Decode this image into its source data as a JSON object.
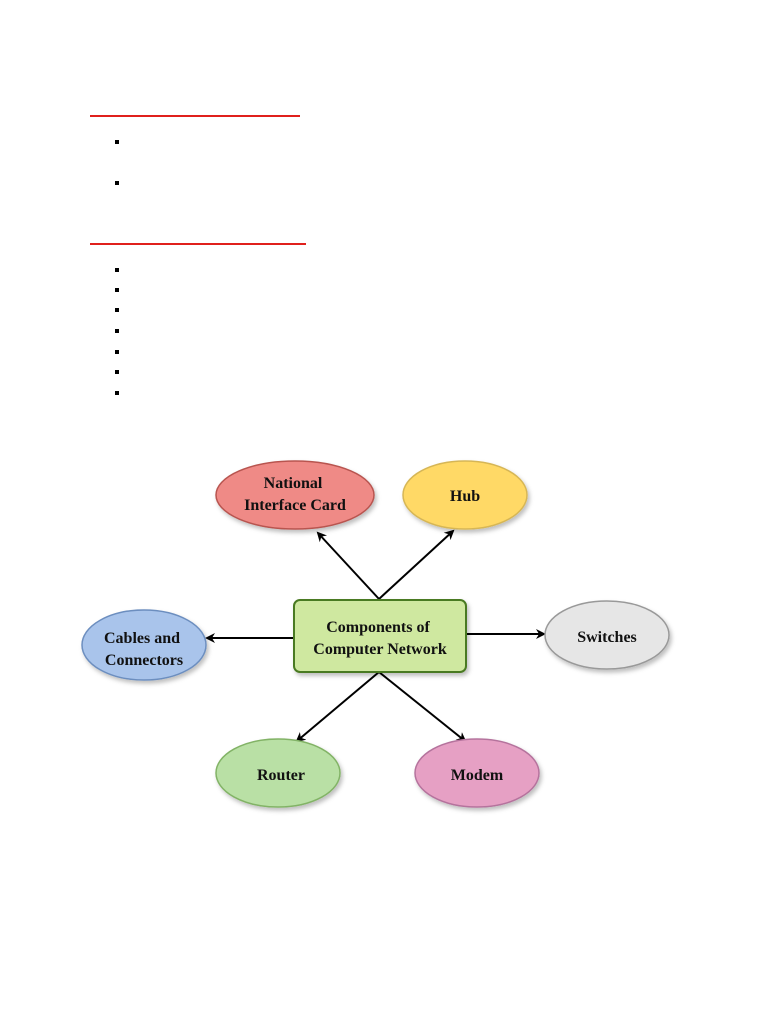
{
  "page": {
    "rule_color": "#e0201c",
    "section_a_bullet_count": 2,
    "section_b_bullet_count": 7
  },
  "diagram": {
    "center": {
      "lines": [
        "Components of",
        "Computer Network"
      ],
      "fill": "#cfe8a0",
      "stroke": "#4a7a20"
    },
    "nodes": [
      {
        "id": "nic",
        "lines": [
          "National",
          "Interface Card"
        ],
        "fill": "#ef8a86",
        "stroke": "#b85450"
      },
      {
        "id": "hub",
        "lines": [
          "Hub"
        ],
        "fill": "#ffd966",
        "stroke": "#d6b656"
      },
      {
        "id": "cables",
        "lines": [
          "Cables and",
          "Connectors"
        ],
        "fill": "#a9c4eb",
        "stroke": "#6c8ebf"
      },
      {
        "id": "switches",
        "lines": [
          "Switches"
        ],
        "fill": "#e6e6e6",
        "stroke": "#999999"
      },
      {
        "id": "router",
        "lines": [
          "Router"
        ],
        "fill": "#b9e0a5",
        "stroke": "#82b366"
      },
      {
        "id": "modem",
        "lines": [
          "Modem"
        ],
        "fill": "#e6a0c4",
        "stroke": "#b5739d"
      }
    ]
  }
}
